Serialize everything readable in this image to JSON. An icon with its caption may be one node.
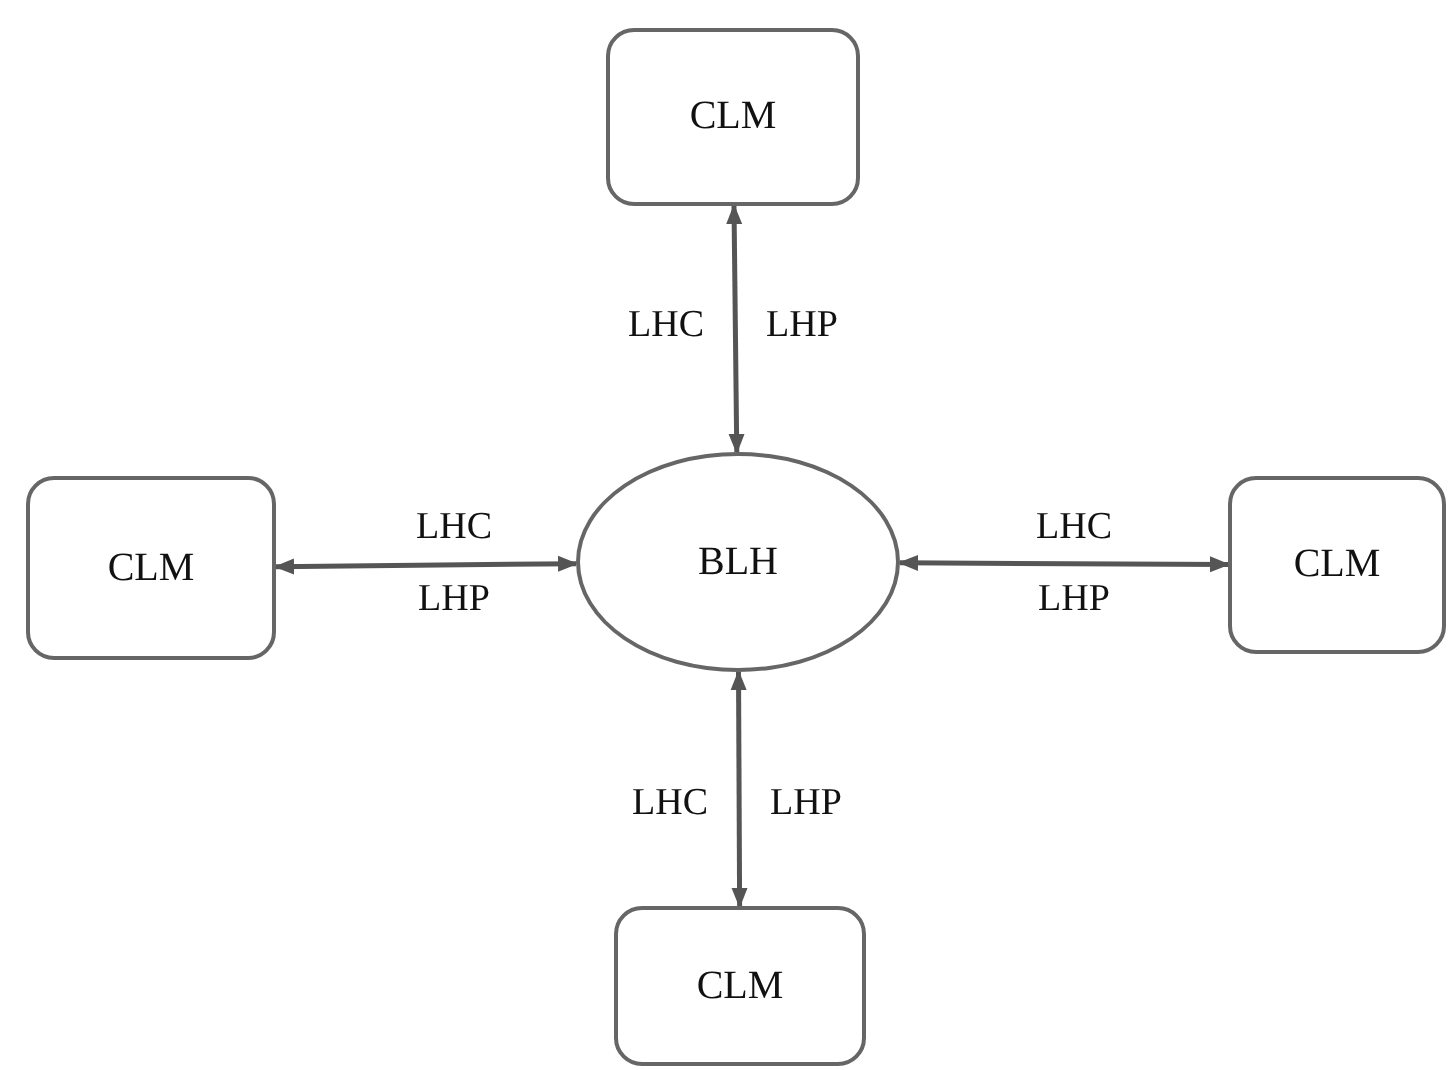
{
  "diagram": {
    "nodes": [
      {
        "text": [
          "CLM"
        ]
      },
      {
        "text": [
          "CLM"
        ]
      },
      {
        "text": [
          "BLH"
        ]
      },
      {
        "text": [
          "CLM"
        ]
      },
      {
        "text": [
          "CLM"
        ]
      }
    ],
    "edges": [
      {
        "from": 2,
        "to": 0,
        "arrow": "both"
      },
      {
        "from": 2,
        "to": 1,
        "arrow": "both"
      },
      {
        "from": 2,
        "to": 3,
        "arrow": "both"
      },
      {
        "from": 2,
        "to": 4,
        "arrow": "both"
      }
    ],
    "labels": [
      "LHC",
      "LHP",
      "LHC",
      "LHC",
      "LHP",
      "LHP",
      "LHC",
      "LHP"
    ]
  }
}
